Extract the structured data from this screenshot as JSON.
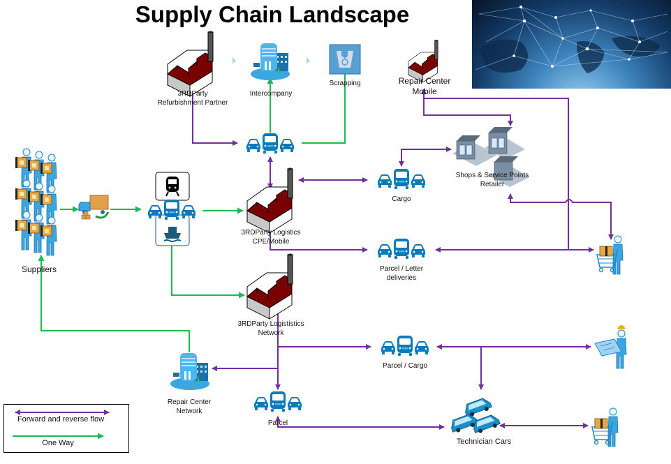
{
  "title": "Supply Chain Landscape",
  "colors": {
    "bidirectional_flow": "#7030a0",
    "one_way_flow": "#1db954",
    "vehicle": "#0a7ab8",
    "factory_roof": "#7a0000",
    "background": "#ffffff"
  },
  "header_image": {
    "icon": "global-network-map-image"
  },
  "nodes": {
    "suppliers": {
      "label": "Suppliers",
      "icon": "people-carrying-boxes-icon"
    },
    "inbound_truck": {
      "label": "",
      "icon": "delivery-truck-icon"
    },
    "multimodal_hub": {
      "label": "",
      "icons": [
        "train-icon",
        "vehicle-fleet-icon",
        "ship-icon"
      ]
    },
    "refurb_partner": {
      "label_line1": "3RDParty",
      "label_line2": "Refurbishment Partner",
      "icon": "factory-icon"
    },
    "intercompany": {
      "label": "Intercompany",
      "icon": "office-building-icon"
    },
    "scrapping": {
      "label": "Scrapping",
      "icon": "recycle-bin-icon"
    },
    "repair_center_mobile": {
      "label_line1": "Repair Center",
      "label_line2": "Mobile",
      "icon": "factory-icon"
    },
    "top_fleet": {
      "label": "",
      "icon": "vehicle-fleet-icon"
    },
    "logistics_cpe": {
      "label_line1": "3RDParty Logistics",
      "label_line2": "CPE/Mobile",
      "icon": "factory-icon"
    },
    "cargo": {
      "label": "Cargo",
      "icon": "vehicle-fleet-icon"
    },
    "shops": {
      "label_line1": "Shops & Service Points",
      "label_line2": "Retailer",
      "icon": "retail-stores-icon"
    },
    "parcel_letter": {
      "label_line1": "Parcel / Letter",
      "label_line2": "deliveries",
      "icon": "vehicle-fleet-icon"
    },
    "logistics_network": {
      "label_line1": "3RDParty Logististics",
      "label_line2": "Network",
      "icon": "factory-icon"
    },
    "parcel_cargo": {
      "label": "Parcel / Cargo",
      "icon": "vehicle-fleet-icon"
    },
    "repair_center_network": {
      "label_line1": "Repair Center",
      "label_line2": "Network",
      "icon": "office-building-icon"
    },
    "parcel": {
      "label": "Parcel",
      "icon": "vehicle-fleet-icon"
    },
    "technician_cars": {
      "label": "Technician Cars",
      "icon": "car-fleet-icon"
    },
    "customer_top": {
      "label": "",
      "icon": "customer-with-cart-icon"
    },
    "technician": {
      "label": "",
      "icon": "engineer-with-blueprint-icon"
    },
    "customer_bottom": {
      "label": "",
      "icon": "customer-with-cart-icon"
    }
  },
  "legend": {
    "items": [
      {
        "label": "Forward and reverse flow",
        "type": "bidirectional"
      },
      {
        "label": "One Way",
        "type": "one-way"
      }
    ]
  }
}
